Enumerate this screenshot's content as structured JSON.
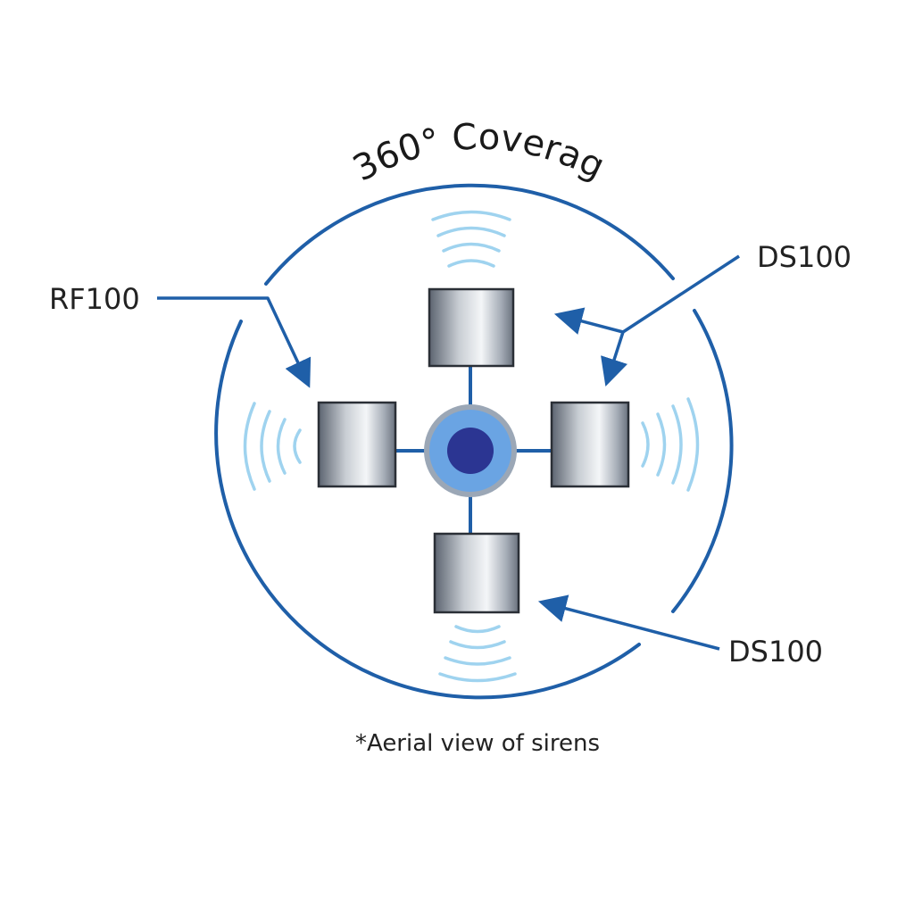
{
  "title": "360° Coverage",
  "labels": {
    "rf_left": "RF100",
    "ds_top_right": "DS100",
    "ds_bottom_right": "DS100"
  },
  "footnote": "*Aerial view of sirens",
  "colors": {
    "circle": "#1f5fa8",
    "arrow": "#1f5fa8",
    "connector": "#1f5fa8",
    "waves": "#9fd3ef",
    "hub_outer": "#9ba7b6",
    "hub_mid": "#6aa4e3",
    "hub_core": "#2b3592",
    "speaker_dark": "#5c6470",
    "speaker_light": "#f4f6f8",
    "text": "#222222"
  },
  "icons": {
    "speaker": "siren-speaker-icon",
    "hub": "central-hub-icon",
    "wave": "sound-wave-icon"
  }
}
